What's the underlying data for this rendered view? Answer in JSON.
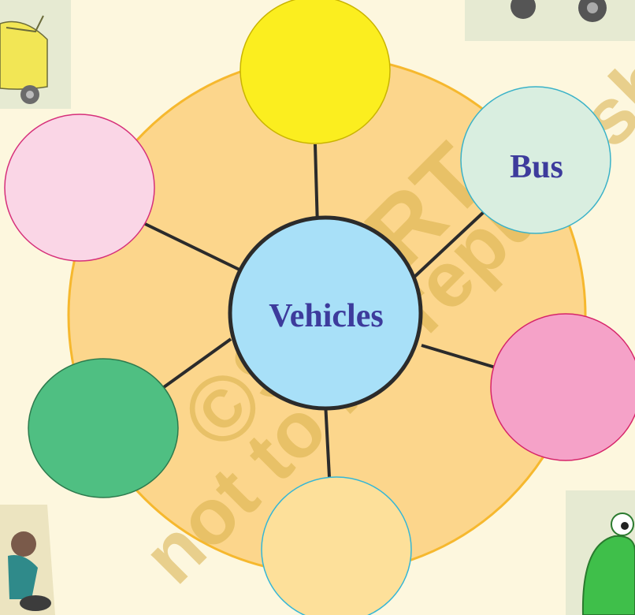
{
  "diagram": {
    "center_label": "Vehicles",
    "nodes": [
      {
        "id": "top",
        "label": "",
        "fill": "#fbee1f",
        "stroke": "#c9b400"
      },
      {
        "id": "upper-right",
        "label": "Bus",
        "fill": "#d9eee0",
        "stroke": "#3ab2c8"
      },
      {
        "id": "right",
        "label": "",
        "fill": "#f5a2c8",
        "stroke": "#d6246a"
      },
      {
        "id": "bottom",
        "label": "",
        "fill": "#fde09a",
        "stroke": "#34b6d6"
      },
      {
        "id": "lower-left",
        "label": "",
        "fill": "#4fbf82",
        "stroke": "#2d7a4d"
      },
      {
        "id": "upper-left",
        "label": "",
        "fill": "#fad6e6",
        "stroke": "#d62f7a"
      }
    ],
    "colors": {
      "background": "#fdf7de",
      "outer_disc": "#fcd68c",
      "outer_disc_stroke": "#f6b82e",
      "center_fill": "#a8e0f8",
      "connector": "#2b2b2b",
      "text": "#3d3b9c",
      "watermark": "#d8b04a"
    },
    "watermark": "© SCERT not to be republished"
  }
}
